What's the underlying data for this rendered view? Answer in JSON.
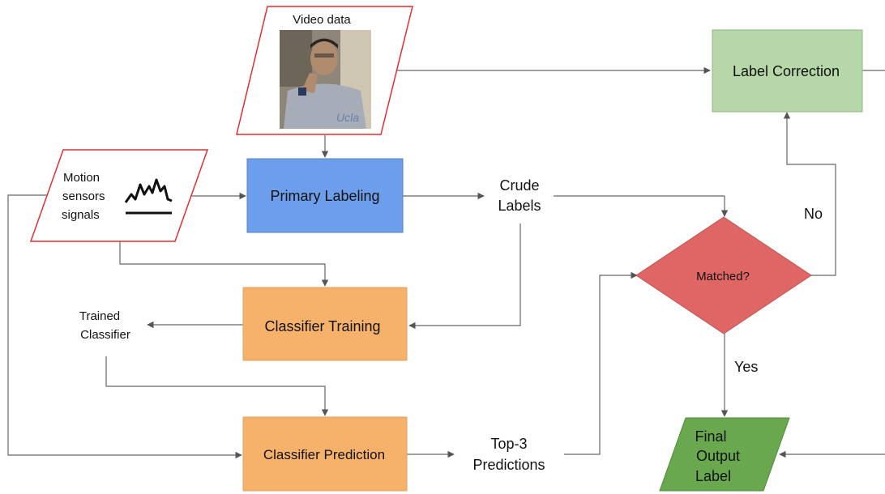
{
  "nodes": {
    "video_data": {
      "label": "Video data"
    },
    "motion_sensors": {
      "lines": [
        "Motion",
        "sensors",
        "signals"
      ],
      "icon": "waveform-icon"
    },
    "primary_labeling": {
      "label": "Primary Labeling",
      "color": "#6d9eeb"
    },
    "crude_labels": {
      "lines": [
        "Crude",
        "Labels"
      ]
    },
    "classifier_training": {
      "label": "Classifier Training",
      "color": "#f6b26b"
    },
    "trained_classifier": {
      "lines": [
        "Trained",
        "Classifier"
      ]
    },
    "classifier_prediction": {
      "label": "Classifier Prediction",
      "color": "#f6b26b"
    },
    "top3_predictions": {
      "lines": [
        "Top-3",
        "Predictions"
      ]
    },
    "matched": {
      "label": "Matched?",
      "color": "#e06666"
    },
    "label_correction": {
      "label": "Label Correction",
      "color": "#b6d7a8"
    },
    "final_output": {
      "lines": [
        "Final",
        "Output",
        "Label"
      ],
      "color": "#6aa84f"
    }
  },
  "edge_labels": {
    "no": "No",
    "yes": "Yes"
  },
  "colors": {
    "connector": "#666666",
    "input_border": "#e03030"
  }
}
